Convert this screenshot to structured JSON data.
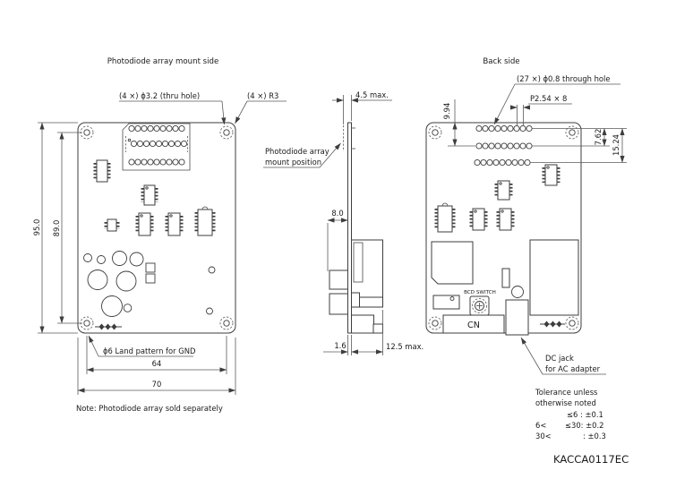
{
  "front": {
    "title": "Photodiode array mount side",
    "label_thru_hole": "(4 ×) ϕ3.2 (thru hole)",
    "label_corner_radius": "(4 ×) R3",
    "label_gnd_land": "ϕ6 Land pattern for GND",
    "dim_outer_height": "95.0",
    "dim_hole_height": "89.0",
    "dim_hole_width": "64",
    "dim_outer_width": "70",
    "note": "Note: Photodiode array sold separately"
  },
  "side": {
    "dim_pd_height": "4.5 max.",
    "label_mount_line1": "Photodiode array",
    "label_mount_line2": "mount position",
    "dim_front_clearance": "8.0",
    "dim_board_thickness": "1.6",
    "dim_back_clearance": "12.5 max."
  },
  "back": {
    "title": "Back side",
    "label_through_hole": "(27 ×) ϕ0.8 through hole",
    "dim_pitch": "P2.54 × 8",
    "dim_top_to_row2": "9.94",
    "dim_row_gap": "7.62",
    "dim_row_span": "15.24",
    "label_bcd_switch": "BCD SWITCH",
    "label_cn": "CN",
    "label_dc_line1": "DC jack",
    "label_dc_line2": "for AC adapter"
  },
  "tolerance": {
    "line1": "Tolerance unless",
    "line2": "otherwise noted",
    "row1": "≤6 : ±0.1",
    "row2_left": "6<",
    "row2_right": "≤30: ±0.2",
    "row3_left": "30<",
    "row3_right": ": ±0.3"
  },
  "doc_number": "KACCA0117EC",
  "colors": {
    "line": "#3d3d3d",
    "text": "#1a1a1a",
    "background": "#ffffff"
  }
}
